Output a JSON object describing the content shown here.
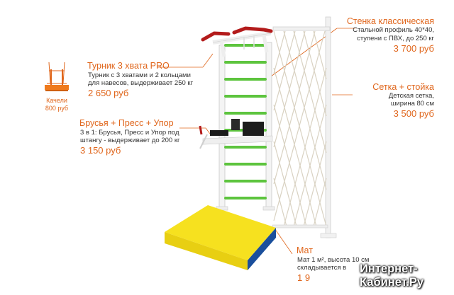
{
  "colors": {
    "accent": "#e0661c",
    "text": "#333333",
    "frame": "#f4f4f4",
    "rung_green": "#5dc43e",
    "mat_yellow": "#f6e11f",
    "mat_blue": "#1a4f9c",
    "handle_red": "#b31b1b",
    "seat_orange": "#ef7a1d"
  },
  "swing": {
    "name": "Качели",
    "price": "800 руб"
  },
  "pullup": {
    "title": "Турник  3 хвата PRO",
    "desc1": "Турник с 3 хватами и 2 кольцами",
    "desc2": "для навесов, выдерживает 250 кг",
    "price": "2 650 руб"
  },
  "bars": {
    "title": "Брусья + Пресс + Упор",
    "desc1": "3 в 1: Брусья, Пресс и Упор под",
    "desc2": "штангу - выдерживает до 200 кг",
    "price": "3 150 руб"
  },
  "wall": {
    "title": "Стенка классическая",
    "desc1": "Стальной профиль 40*40,",
    "desc2": "ступени с ПВХ, до 250 кг",
    "price": "3 700 руб"
  },
  "net": {
    "title": "Сетка + стойка",
    "desc1": "Детская сетка,",
    "desc2": "ширина 80 см",
    "price": "3 500 руб"
  },
  "mat": {
    "title": "Мат",
    "desc1": "Мат 1 м², высота 10 см",
    "desc2": "складывается в",
    "price": "1 9"
  },
  "watermark": {
    "line1": "Интернет-",
    "line2": "Кабинет.Ру"
  }
}
